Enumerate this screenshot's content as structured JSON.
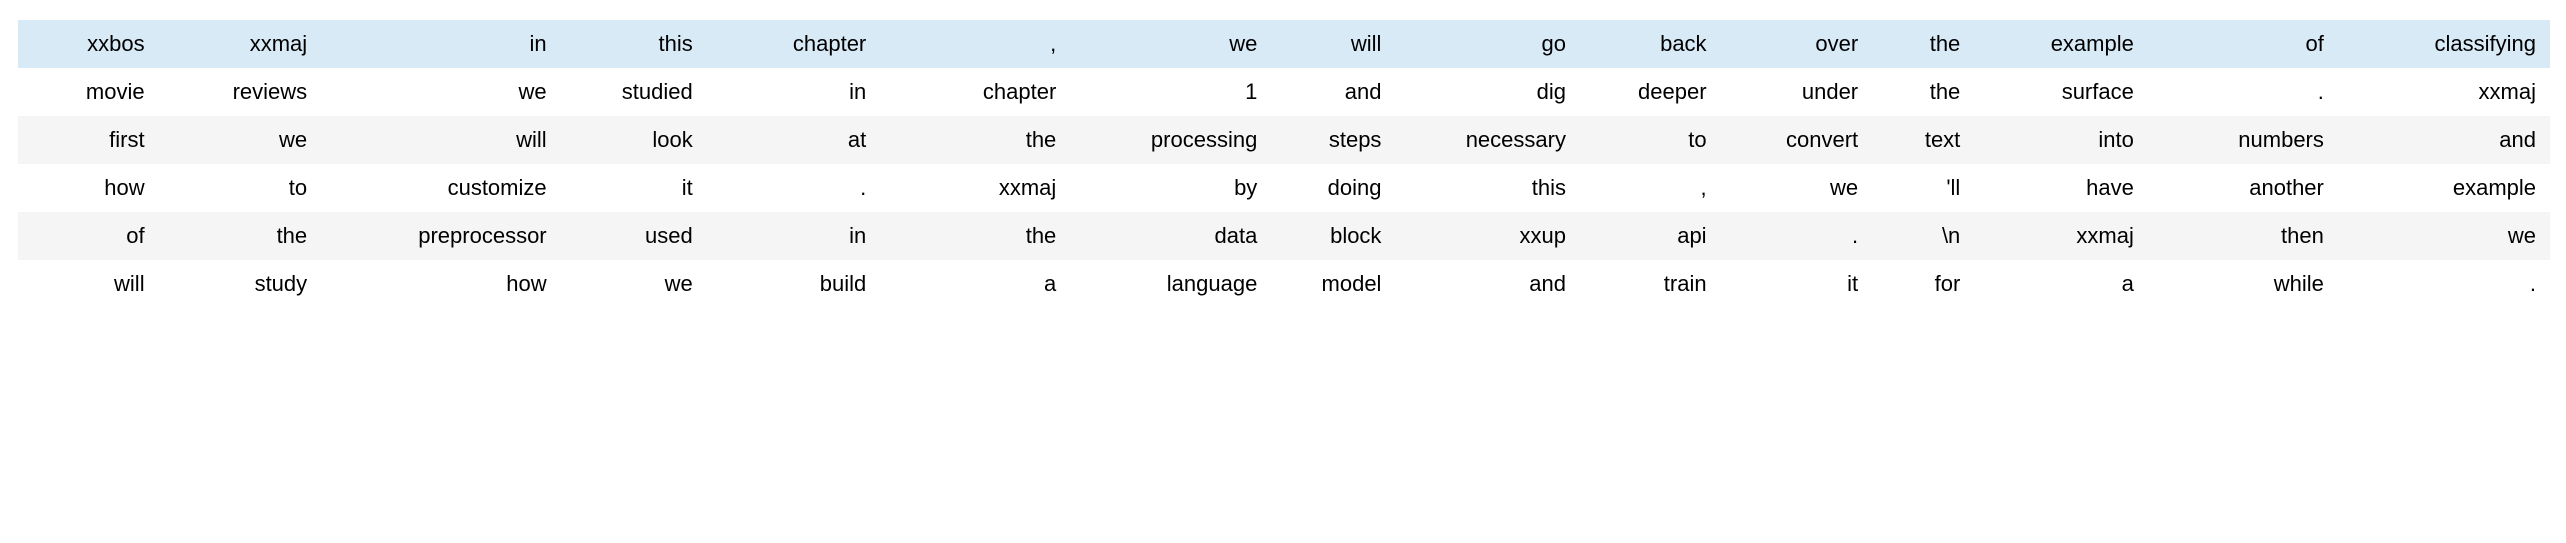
{
  "table": {
    "kind": "dataframe-token-grid",
    "row_count": 6,
    "column_count": 16,
    "colors": {
      "selected_row_background": "#d9eaf7",
      "plain_row_background": "#ffffff",
      "striped_row_background": "#f5f5f5",
      "text": "#000000"
    },
    "rows": [
      {
        "style": "row-selected",
        "cells": [
          "xxbos",
          "xxmaj",
          "in",
          "this",
          "chapter",
          ",",
          "we",
          "will",
          "go",
          "back",
          "over",
          "the",
          "example",
          "of",
          "classifying"
        ]
      },
      {
        "style": "row-plain",
        "cells": [
          "movie",
          "reviews",
          "we",
          "studied",
          "in",
          "chapter",
          "1",
          "and",
          "dig",
          "deeper",
          "under",
          "the",
          "surface",
          ".",
          "xxmaj"
        ]
      },
      {
        "style": "row-striped",
        "cells": [
          "first",
          "we",
          "will",
          "look",
          "at",
          "the",
          "processing",
          "steps",
          "necessary",
          "to",
          "convert",
          "text",
          "into",
          "numbers",
          "and"
        ]
      },
      {
        "style": "row-plain",
        "cells": [
          "how",
          "to",
          "customize",
          "it",
          ".",
          "xxmaj",
          "by",
          "doing",
          "this",
          ",",
          "we",
          "'ll",
          "have",
          "another",
          "example"
        ]
      },
      {
        "style": "row-striped",
        "cells": [
          "of",
          "the",
          "preprocessor",
          "used",
          "in",
          "the",
          "data",
          "block",
          "xxup",
          "api",
          ".",
          "\\n",
          "xxmaj",
          "then",
          "we"
        ]
      },
      {
        "style": "row-plain",
        "cells": [
          "will",
          "study",
          "how",
          "we",
          "build",
          "a",
          "language",
          "model",
          "and",
          "train",
          "it",
          "for",
          "a",
          "while",
          "."
        ]
      }
    ]
  }
}
